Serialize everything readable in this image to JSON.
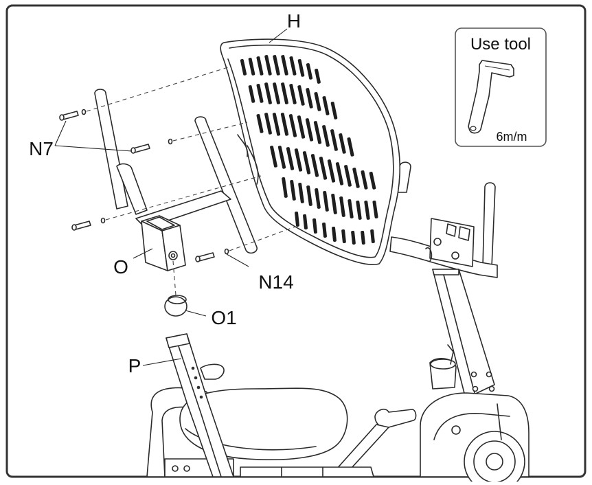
{
  "labels": {
    "h": "H",
    "n7": "N7",
    "n14": "N14",
    "o": "O",
    "o1": "O1",
    "p": "P"
  },
  "tool_box": {
    "title": "Use tool",
    "size": "6m/m",
    "icon": "allen-key-icon"
  },
  "colors": {
    "line": "#2a2a2a",
    "frame": "#333333",
    "background": "#ffffff"
  }
}
